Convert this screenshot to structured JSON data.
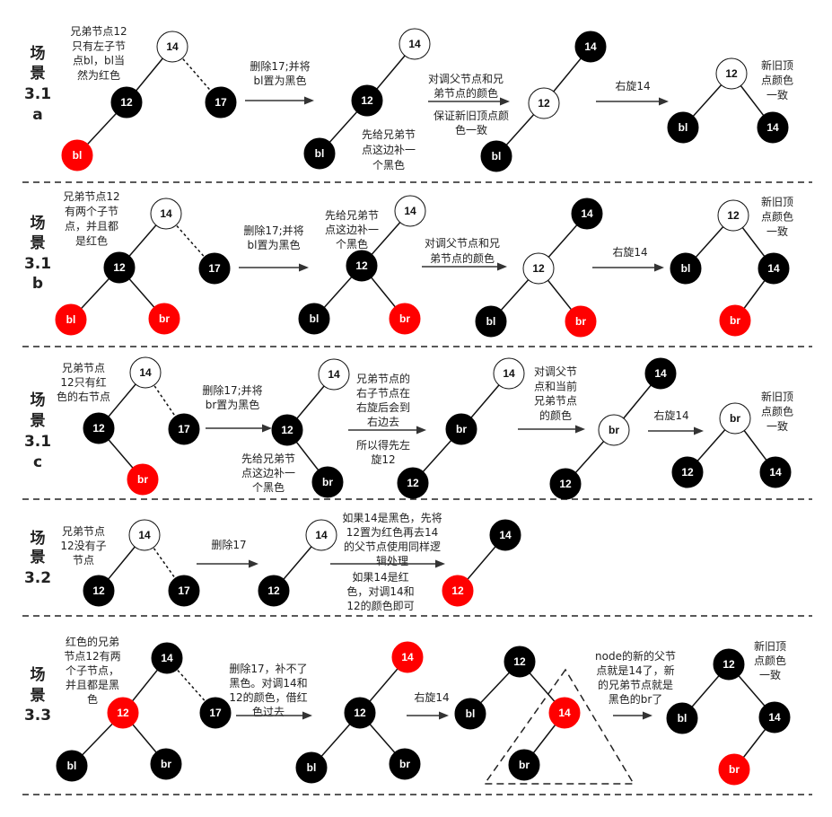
{
  "scenarios": [
    {
      "label": [
        "场",
        "景",
        "3.1",
        "a"
      ],
      "notes": [
        [
          "兄弟节点12",
          "只有左子节",
          "点bl，bl当",
          "然为红色"
        ],
        [
          "删除17;并将",
          "bl置为黑色"
        ],
        [
          "先给兄弟节",
          "点这边补一",
          "个黑色"
        ],
        [
          "对调父节点和兄",
          "弟节点的颜色"
        ],
        [
          "保证新旧顶点颜",
          "色一致"
        ],
        [
          "右旋14"
        ],
        [
          "新旧顶",
          "点颜色",
          "一致"
        ]
      ],
      "trees": [
        {
          "nodes": [
            {
              "label": "14",
              "fill": "#ffffff"
            },
            {
              "label": "12",
              "fill": "#000000"
            },
            {
              "label": "17",
              "fill": "#000000"
            },
            {
              "label": "bl",
              "fill": "#ff0000"
            }
          ],
          "edges": [
            [
              0,
              1
            ],
            [
              1,
              3
            ]
          ],
          "dotted_edges": [
            [
              0,
              2
            ]
          ]
        },
        {
          "nodes": [
            {
              "label": "14",
              "fill": "#ffffff"
            },
            {
              "label": "12",
              "fill": "#000000"
            },
            {
              "label": "bl",
              "fill": "#000000"
            }
          ],
          "edges": [
            [
              0,
              1
            ],
            [
              1,
              2
            ]
          ]
        },
        {
          "nodes": [
            {
              "label": "14",
              "fill": "#000000"
            },
            {
              "label": "12",
              "fill": "#ffffff"
            },
            {
              "label": "bl",
              "fill": "#000000"
            }
          ],
          "edges": [
            [
              0,
              1
            ],
            [
              1,
              2
            ]
          ]
        },
        {
          "nodes": [
            {
              "label": "12",
              "fill": "#ffffff"
            },
            {
              "label": "bl",
              "fill": "#000000"
            },
            {
              "label": "14",
              "fill": "#000000"
            }
          ],
          "edges": [
            [
              0,
              1
            ],
            [
              0,
              2
            ]
          ]
        }
      ]
    },
    {
      "label": [
        "场",
        "景",
        "3.1",
        "b"
      ],
      "notes": [
        [
          "兄弟节点12",
          "有两个子节",
          "点，并且都",
          "是红色"
        ],
        [
          "删除17;并将",
          "bl置为黑色"
        ],
        [
          "先给兄弟节",
          "点这边补一",
          "个黑色"
        ],
        [
          "对调父节点和兄",
          "弟节点的颜色"
        ],
        [
          "右旋14"
        ],
        [
          "新旧顶",
          "点颜色",
          "一致"
        ]
      ],
      "trees": [
        {
          "nodes": [
            {
              "label": "14",
              "fill": "#ffffff"
            },
            {
              "label": "12",
              "fill": "#000000"
            },
            {
              "label": "17",
              "fill": "#000000"
            },
            {
              "label": "bl",
              "fill": "#ff0000"
            },
            {
              "label": "br",
              "fill": "#ff0000"
            }
          ],
          "edges": [
            [
              0,
              1
            ],
            [
              1,
              3
            ],
            [
              1,
              4
            ]
          ],
          "dotted_edges": [
            [
              0,
              2
            ]
          ]
        },
        {
          "nodes": [
            {
              "label": "14",
              "fill": "#ffffff"
            },
            {
              "label": "12",
              "fill": "#000000"
            },
            {
              "label": "bl",
              "fill": "#000000"
            },
            {
              "label": "br",
              "fill": "#ff0000"
            }
          ],
          "edges": [
            [
              0,
              1
            ],
            [
              1,
              2
            ],
            [
              1,
              3
            ]
          ]
        },
        {
          "nodes": [
            {
              "label": "14",
              "fill": "#000000"
            },
            {
              "label": "12",
              "fill": "#ffffff"
            },
            {
              "label": "bl",
              "fill": "#000000"
            },
            {
              "label": "br",
              "fill": "#ff0000"
            }
          ],
          "edges": [
            [
              0,
              1
            ],
            [
              1,
              2
            ],
            [
              1,
              3
            ]
          ]
        },
        {
          "nodes": [
            {
              "label": "12",
              "fill": "#ffffff"
            },
            {
              "label": "bl",
              "fill": "#000000"
            },
            {
              "label": "14",
              "fill": "#000000"
            },
            {
              "label": "br",
              "fill": "#ff0000"
            }
          ],
          "edges": [
            [
              0,
              1
            ],
            [
              0,
              2
            ],
            [
              2,
              3
            ]
          ]
        }
      ]
    },
    {
      "label": [
        "场",
        "景",
        "3.1",
        "c"
      ],
      "notes": [
        [
          "兄弟节点",
          "12只有红",
          "色的右节点"
        ],
        [
          "删除17;并将",
          "br置为黑色"
        ],
        [
          "先给兄弟节",
          "点这边补一",
          "个黑色"
        ],
        [
          "兄弟节点的",
          "右子节点在",
          "右旋后会到",
          "右边去"
        ],
        [
          "所以得先左",
          "旋12"
        ],
        [
          "对调父节",
          "点和当前",
          "兄弟节点",
          "的颜色"
        ],
        [
          "右旋14"
        ],
        [
          "新旧顶",
          "点颜色",
          "一致"
        ]
      ],
      "trees": [
        {
          "nodes": [
            {
              "label": "14",
              "fill": "#ffffff"
            },
            {
              "label": "12",
              "fill": "#000000"
            },
            {
              "label": "17",
              "fill": "#000000"
            },
            {
              "label": "br",
              "fill": "#ff0000"
            }
          ],
          "edges": [
            [
              0,
              1
            ],
            [
              1,
              3
            ]
          ],
          "dotted_edges": [
            [
              0,
              2
            ]
          ]
        },
        {
          "nodes": [
            {
              "label": "14",
              "fill": "#ffffff"
            },
            {
              "label": "12",
              "fill": "#000000"
            },
            {
              "label": "br",
              "fill": "#000000"
            }
          ],
          "edges": [
            [
              0,
              1
            ],
            [
              1,
              2
            ]
          ]
        },
        {
          "nodes": [
            {
              "label": "14",
              "fill": "#ffffff"
            },
            {
              "label": "br",
              "fill": "#000000"
            },
            {
              "label": "12",
              "fill": "#000000"
            }
          ],
          "edges": [
            [
              0,
              1
            ],
            [
              1,
              2
            ]
          ]
        },
        {
          "nodes": [
            {
              "label": "14",
              "fill": "#000000"
            },
            {
              "label": "br",
              "fill": "#ffffff"
            },
            {
              "label": "12",
              "fill": "#000000"
            }
          ],
          "edges": [
            [
              0,
              1
            ],
            [
              1,
              2
            ]
          ]
        },
        {
          "nodes": [
            {
              "label": "br",
              "fill": "#ffffff"
            },
            {
              "label": "12",
              "fill": "#000000"
            },
            {
              "label": "14",
              "fill": "#000000"
            }
          ],
          "edges": [
            [
              0,
              1
            ],
            [
              0,
              2
            ]
          ]
        }
      ]
    },
    {
      "label": [
        "场",
        "景",
        "3.2"
      ],
      "notes": [
        [
          "兄弟节点",
          "12没有子",
          "节点"
        ],
        [
          "删除17"
        ],
        [
          "如果14是黑色，先将",
          "12置为红色再去14",
          "的父节点使用同样逻",
          "辑处理"
        ],
        [
          "如果14是红",
          "色，对调14和",
          "12的颜色即可"
        ]
      ],
      "trees": [
        {
          "nodes": [
            {
              "label": "14",
              "fill": "#ffffff"
            },
            {
              "label": "12",
              "fill": "#000000"
            },
            {
              "label": "17",
              "fill": "#000000"
            }
          ],
          "edges": [
            [
              0,
              1
            ]
          ],
          "dotted_edges": [
            [
              0,
              2
            ]
          ]
        },
        {
          "nodes": [
            {
              "label": "14",
              "fill": "#ffffff"
            },
            {
              "label": "12",
              "fill": "#000000"
            }
          ],
          "edges": [
            [
              0,
              1
            ]
          ]
        },
        {
          "nodes": [
            {
              "label": "14",
              "fill": "#000000"
            },
            {
              "label": "12",
              "fill": "#ff0000"
            }
          ],
          "edges": [
            [
              0,
              1
            ]
          ]
        }
      ]
    },
    {
      "label": [
        "场",
        "景",
        "3.3"
      ],
      "notes": [
        [
          "红色的兄弟",
          "节点12有两",
          "个子节点，",
          "并且都是黑",
          "色"
        ],
        [
          "删除17，补不了",
          "黑色。对调14和",
          "12的颜色，借红",
          "色过去"
        ],
        [
          "右旋14"
        ],
        [
          "node的新的父节",
          "点就是14了，新",
          "的兄弟节点就是",
          "黑色的br了"
        ],
        [
          "新旧顶",
          "点颜色",
          "一致"
        ]
      ],
      "trees": [
        {
          "nodes": [
            {
              "label": "14",
              "fill": "#000000"
            },
            {
              "label": "12",
              "fill": "#ff0000"
            },
            {
              "label": "17",
              "fill": "#000000"
            },
            {
              "label": "bl",
              "fill": "#000000"
            },
            {
              "label": "br",
              "fill": "#000000"
            }
          ],
          "edges": [
            [
              0,
              1
            ],
            [
              1,
              3
            ],
            [
              1,
              4
            ]
          ],
          "dotted_edges": [
            [
              0,
              2
            ]
          ]
        },
        {
          "nodes": [
            {
              "label": "14",
              "fill": "#ff0000"
            },
            {
              "label": "12",
              "fill": "#000000"
            },
            {
              "label": "bl",
              "fill": "#000000"
            },
            {
              "label": "br",
              "fill": "#000000"
            }
          ],
          "edges": [
            [
              0,
              1
            ],
            [
              1,
              2
            ],
            [
              1,
              3
            ]
          ]
        },
        {
          "nodes": [
            {
              "label": "12",
              "fill": "#000000"
            },
            {
              "label": "bl",
              "fill": "#000000"
            },
            {
              "label": "14",
              "fill": "#ff0000"
            },
            {
              "label": "br",
              "fill": "#000000"
            }
          ],
          "edges": [
            [
              0,
              1
            ],
            [
              0,
              2
            ],
            [
              2,
              3
            ]
          ]
        },
        {
          "nodes": [
            {
              "label": "12",
              "fill": "#000000"
            },
            {
              "label": "bl",
              "fill": "#000000"
            },
            {
              "label": "14",
              "fill": "#000000"
            },
            {
              "label": "br",
              "fill": "#ff0000"
            }
          ],
          "edges": [
            [
              0,
              1
            ],
            [
              0,
              2
            ],
            [
              2,
              3
            ]
          ]
        }
      ]
    }
  ]
}
